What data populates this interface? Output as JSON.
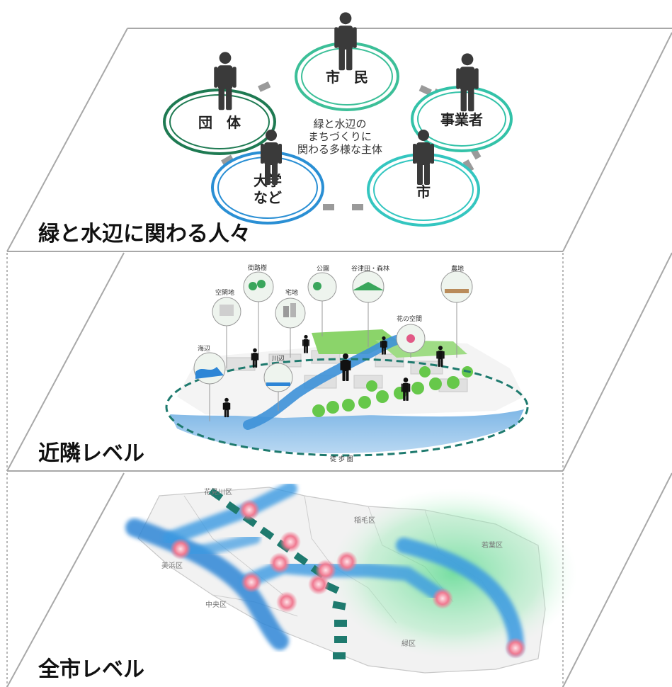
{
  "layers": {
    "people": {
      "label": "緑と水辺に関わる人々",
      "center_lines": [
        "緑と水辺の",
        "まちづくりに",
        "関わる多様な主体"
      ],
      "actors": [
        {
          "id": "citizens",
          "label": "市　民",
          "color": "#3cbf98"
        },
        {
          "id": "business",
          "label": "事業者",
          "color": "#33c2a8"
        },
        {
          "id": "city",
          "label": "市",
          "color": "#34c6c0"
        },
        {
          "id": "university",
          "label": "大学\nなど",
          "color": "#2a8fd4"
        },
        {
          "id": "groups",
          "label": "団　体",
          "color": "#1e7a52"
        }
      ]
    },
    "neighborhood": {
      "label": "近隣レベル",
      "walk_zone": "徒 歩 圏",
      "places": [
        "海辺",
        "空閑地",
        "街路樹",
        "宅地",
        "公園",
        "谷津田・森林",
        "農地",
        "花の空間",
        "川辺"
      ]
    },
    "city": {
      "label": "全市レベル",
      "districts": [
        "花見川区",
        "稲毛区",
        "若葉区",
        "美浜区",
        "中央区",
        "緑区"
      ]
    }
  },
  "colors": {
    "plane_border": "#a8a8a8",
    "water_blue": "#2d86d6",
    "green_glow": "#7fe0a0",
    "node_pink": "#f06d86",
    "rail_teal": "#1e7a6e"
  }
}
